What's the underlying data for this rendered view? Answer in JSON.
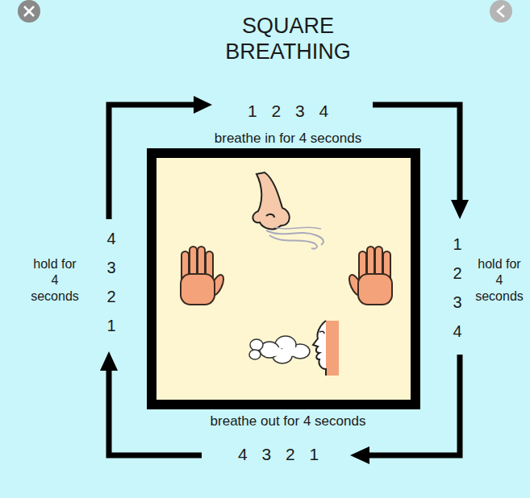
{
  "diagram": {
    "title": "SQUARE BREATHING",
    "labels": [
      "1 2 3 4",
      "breathe in for 4 seconds",
      "1 2 3 4",
      "hold for 4 seconds",
      "4 3 2 1",
      "hold for 4 seconds",
      "breathe out for 4 seconds",
      "4 3 2 1"
    ]
  }
}
